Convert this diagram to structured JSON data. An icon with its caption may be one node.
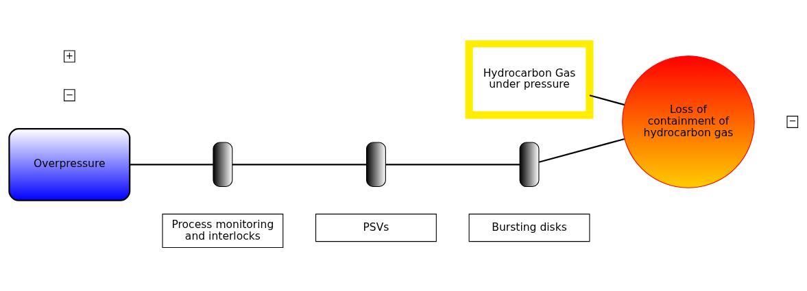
{
  "diagram": {
    "nodes": [
      {
        "text": [
          "Hydrocarbon Gas under pressure"
        ]
      },
      {
        "text": [
          "Overpressure"
        ]
      },
      {
        "text": [],
        "shape": "bar"
      },
      {
        "text": [],
        "shape": "bar"
      },
      {
        "text": [],
        "shape": "bar"
      },
      {
        "text": [
          "Process monitoring and interlocks"
        ]
      },
      {
        "text": [
          "PSVs"
        ]
      },
      {
        "text": [
          "Bursting disks"
        ]
      },
      {
        "text": [
          "Loss of containment of hydrocarbon gas"
        ]
      }
    ],
    "edges": [
      {
        "from": 0,
        "to": 8,
        "arrow": "none"
      },
      {
        "from": 1,
        "to": 2,
        "arrow": "none"
      },
      {
        "from": 2,
        "to": 3,
        "arrow": "none"
      },
      {
        "from": 3,
        "to": 4,
        "arrow": "none"
      },
      {
        "from": 4,
        "to": 8,
        "arrow": "none"
      }
    ],
    "labels": [
      "−",
      "−",
      "+"
    ]
  }
}
